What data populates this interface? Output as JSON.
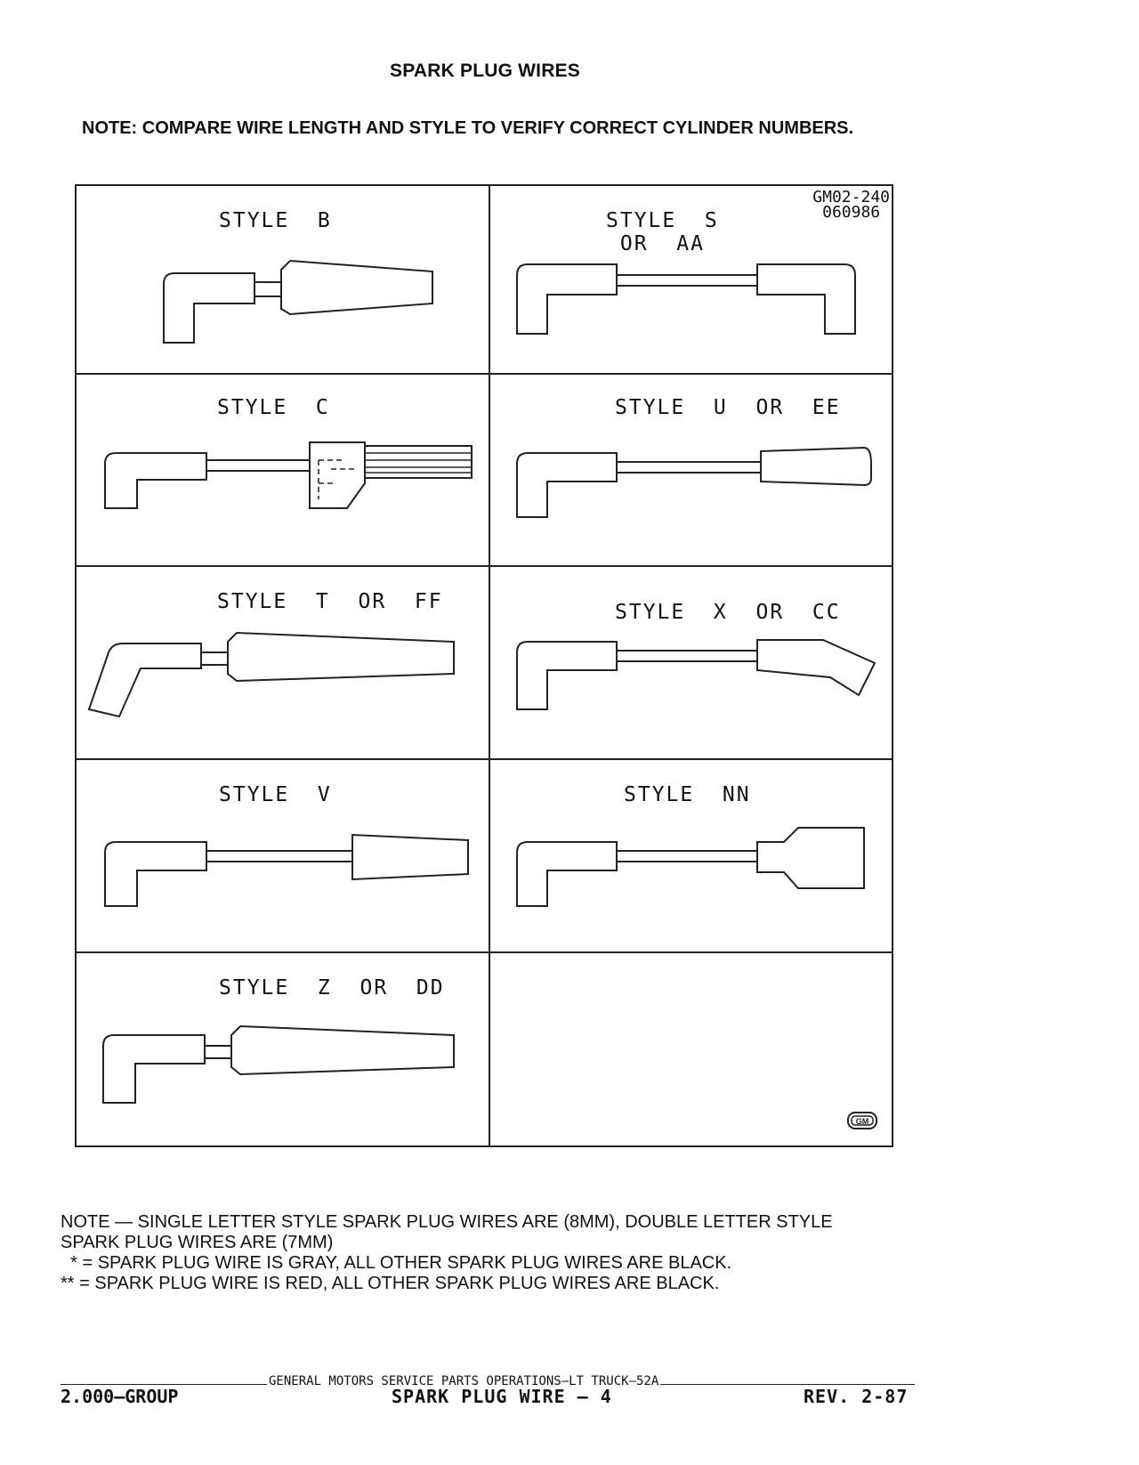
{
  "page": {
    "title": "SPARK PLUG WIRES",
    "note_top": "NOTE: COMPARE WIRE LENGTH AND STYLE TO VERIFY CORRECT CYLINDER NUMBERS."
  },
  "diagram": {
    "code_line1": "GM02-240",
    "code_line2": "060986",
    "logo": "GM",
    "styles": [
      {
        "label": "STYLE  B"
      },
      {
        "label": "STYLE  S\nOR  AA"
      },
      {
        "label": "STYLE  C"
      },
      {
        "label": "STYLE  U  OR  EE"
      },
      {
        "label": "STYLE  T  OR  FF"
      },
      {
        "label": "STYLE  X  OR  CC"
      },
      {
        "label": "STYLE  V"
      },
      {
        "label": "STYLE  NN"
      },
      {
        "label": "STYLE  Z  OR  DD"
      }
    ]
  },
  "notes": {
    "line1": "NOTE — SINGLE LETTER STYLE SPARK PLUG WIRES ARE (8MM), DOUBLE LETTER STYLE",
    "line2": "SPARK PLUG WIRES ARE (7MM)",
    "line3": "  * = SPARK PLUG WIRE IS GRAY, ALL OTHER SPARK PLUG WIRES ARE BLACK.",
    "line4": "** = SPARK PLUG WIRE IS RED, ALL OTHER SPARK PLUG WIRES ARE BLACK."
  },
  "footer": {
    "center_top": "GENERAL MOTORS SERVICE PARTS OPERATIONS—LT TRUCK—52A",
    "left": "2.000—GROUP",
    "center": "SPARK PLUG WIRE — 4",
    "right": "REV. 2-87"
  }
}
